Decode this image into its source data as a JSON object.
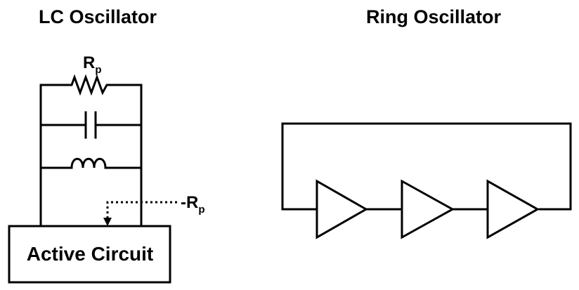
{
  "lc": {
    "title": "LC Oscillator",
    "rp_main": "R",
    "rp_sub": "p",
    "neg_rp_main": "-R",
    "neg_rp_sub": "p",
    "active_label": "Active Circuit"
  },
  "ring": {
    "title": "Ring Oscillator",
    "stages": 3
  }
}
